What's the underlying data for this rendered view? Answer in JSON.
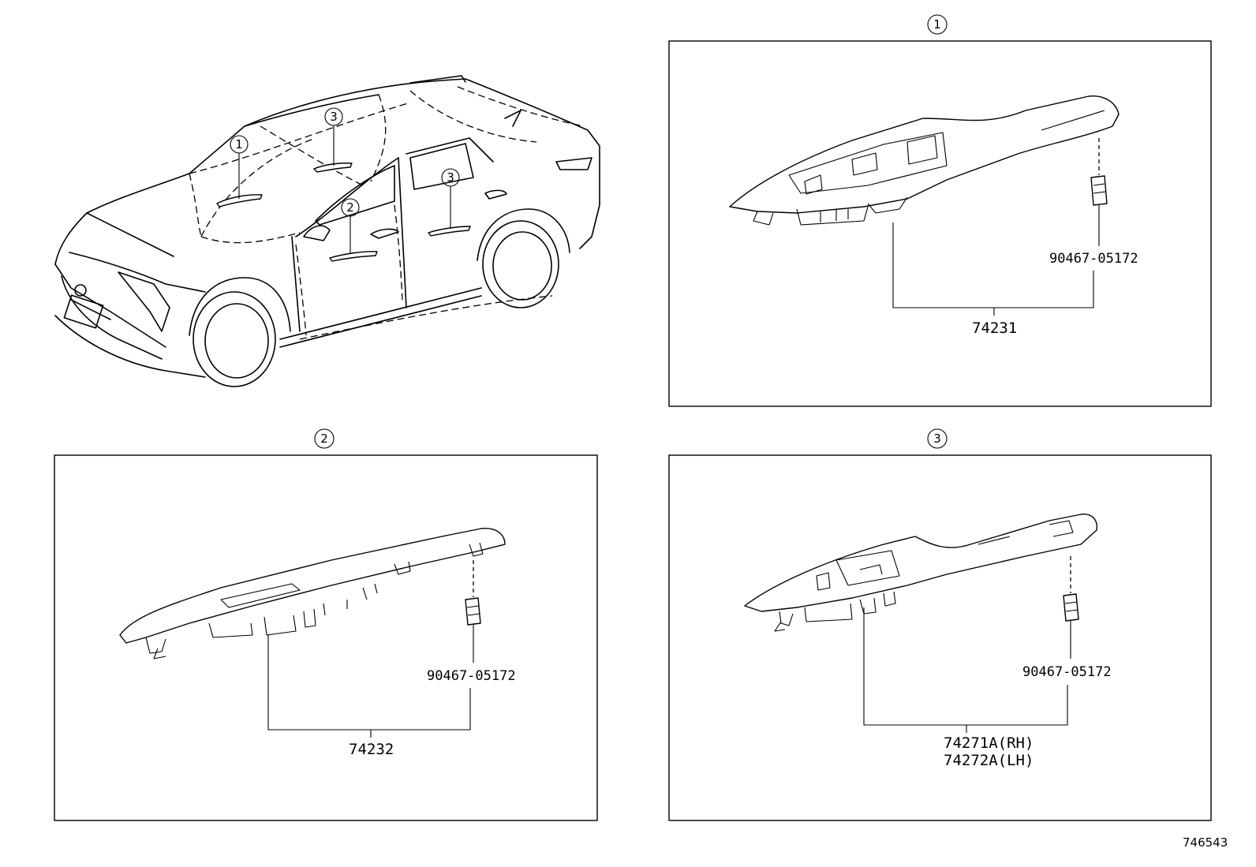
{
  "callouts": {
    "c1": "1",
    "c2": "2",
    "c3": "3"
  },
  "panel1": {
    "callout": "1",
    "main_part": "74231",
    "clip_part": "90467-05172"
  },
  "panel2": {
    "callout": "2",
    "main_part": "74232",
    "clip_part": "90467-05172"
  },
  "panel3": {
    "callout": "3",
    "main_part_rh": "74271A(RH)",
    "main_part_lh": "74272A(LH)",
    "clip_part": "90467-05172"
  },
  "reference_number": "746543"
}
